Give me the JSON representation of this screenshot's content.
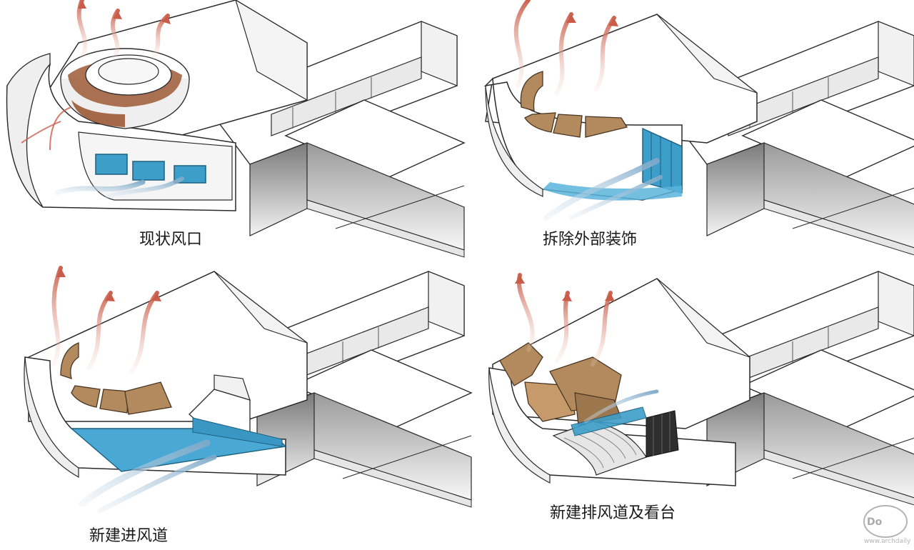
{
  "panels": [
    {
      "id": "p1",
      "caption": "现状风口"
    },
    {
      "id": "p2",
      "caption": "拆除外部装饰"
    },
    {
      "id": "p3",
      "caption": "新建进风道"
    },
    {
      "id": "p4",
      "caption": "新建排风道及看台"
    }
  ],
  "colors": {
    "warm_air": "#d9826f",
    "cool_air": "#9fc0d8",
    "duct_blue": "#3d9ec9",
    "wood": "#b28a5e",
    "wall": "#ffffff",
    "shadow": "#d2d2d2",
    "line": "#2a2a2a"
  },
  "watermark": "www.archdaily"
}
